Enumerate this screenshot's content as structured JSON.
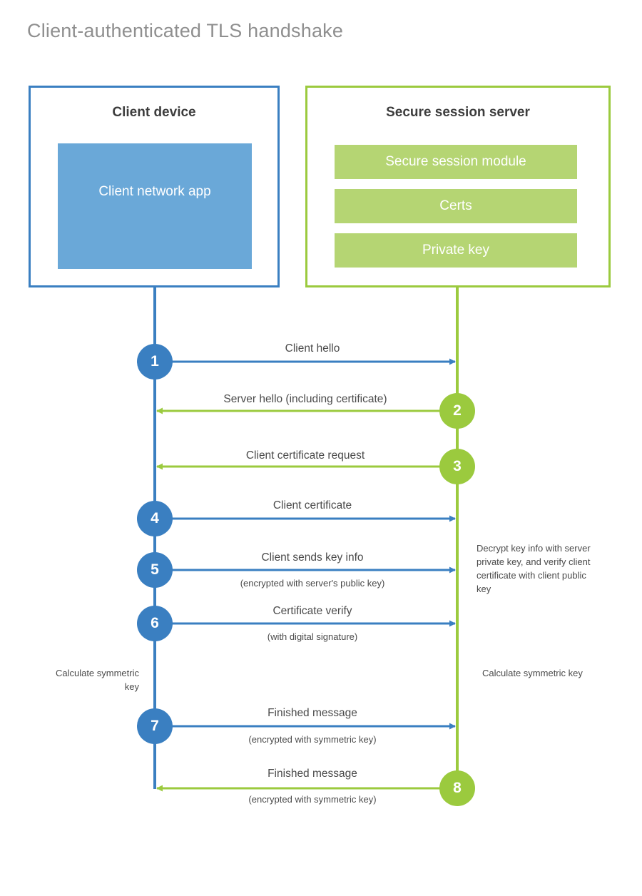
{
  "page": {
    "title": "Client-authenticated TLS handshake"
  },
  "colors": {
    "client_accent": "#3a7fc1",
    "server_accent": "#9bca3e",
    "client_block_fill": "#6aa8d8",
    "server_block_fill": "#b5d573",
    "title_text": "#8f8f8f",
    "body_text": "#4a4a4a"
  },
  "actors": {
    "client": {
      "title": "Client device",
      "blocks": [
        {
          "label": "Client network app"
        }
      ]
    },
    "server": {
      "title": "Secure session server",
      "blocks": [
        {
          "label": "Secure session module"
        },
        {
          "label": "Certs"
        },
        {
          "label": "Private key"
        }
      ]
    }
  },
  "steps": [
    {
      "number": "1",
      "label": "Client hello",
      "sublabel": "",
      "direction": "right",
      "origin": "client"
    },
    {
      "number": "2",
      "label": "Server hello (including certificate)",
      "sublabel": "",
      "direction": "left",
      "origin": "server"
    },
    {
      "number": "3",
      "label": "Client certificate request",
      "sublabel": "",
      "direction": "left",
      "origin": "server"
    },
    {
      "number": "4",
      "label": "Client certificate",
      "sublabel": "",
      "direction": "right",
      "origin": "client"
    },
    {
      "number": "5",
      "label": "Client sends key info",
      "sublabel": "(encrypted with server's public key)",
      "direction": "right",
      "origin": "client"
    },
    {
      "number": "6",
      "label": "Certificate verify",
      "sublabel": "(with digital signature)",
      "direction": "right",
      "origin": "client"
    },
    {
      "number": "7",
      "label": "Finished message",
      "sublabel": "(encrypted with symmetric key)",
      "direction": "right",
      "origin": "client"
    },
    {
      "number": "8",
      "label": "Finished message",
      "sublabel": "(encrypted with symmetric key)",
      "direction": "left",
      "origin": "server"
    }
  ],
  "notes": {
    "server_decrypt": "Decrypt key info with server private key, and verify client certificate with client public key",
    "client_calculate": "Calculate symmetric key",
    "server_calculate": "Calculate symmetric key"
  }
}
